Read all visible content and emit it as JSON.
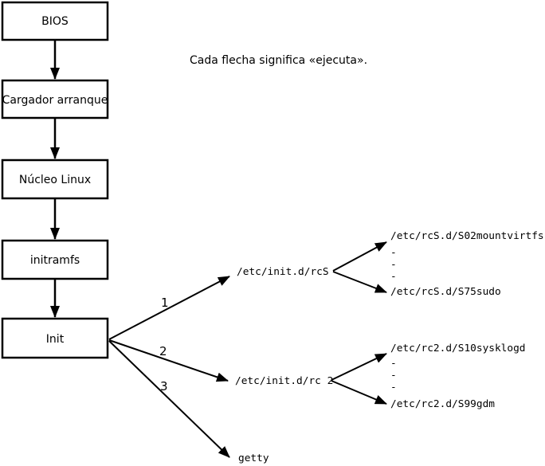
{
  "diagram": {
    "note": "Cada flecha significa «ejecuta».",
    "boxes": {
      "bios": {
        "label": "BIOS"
      },
      "bootloader": {
        "label": "Cargador arranque"
      },
      "kernel": {
        "label": "Núcleo Linux"
      },
      "initramfs": {
        "label": "initramfs"
      },
      "init": {
        "label": "Init"
      }
    },
    "edge_labels": {
      "rcS": "1",
      "rc2": "2",
      "getty": "3"
    },
    "nodes": {
      "rcS": {
        "label": "/etc/init.d/rcS"
      },
      "rc2": {
        "label": "/etc/init.d/rc 2"
      },
      "getty": {
        "label": "getty"
      },
      "rcS_scripts": {
        "first": "/etc/rcS.d/S02mountvirtfs",
        "dash": "-",
        "last": "/etc/rcS.d/S75sudo"
      },
      "rc2_scripts": {
        "first": "/etc/rc2.d/S10sysklogd",
        "dash": "-",
        "last": "/etc/rc2.d/S99gdm"
      }
    },
    "colors": {
      "ink": "#000000",
      "background": "#ffffff"
    }
  }
}
